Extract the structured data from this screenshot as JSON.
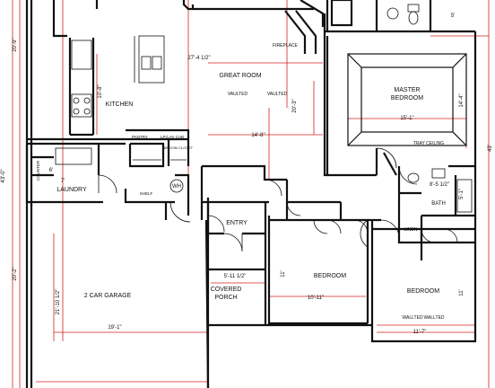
{
  "plan": {
    "rooms": {
      "great_room": "GREAT ROOM",
      "kitchen": "KITCHEN",
      "master_bedroom_line1": "MASTER",
      "master_bedroom_line2": "BEDROOM",
      "laundry": "LAUNDRY",
      "entry": "ENTRY",
      "bedroom_1": "BEDROOM",
      "bedroom_2": "BEDROOM",
      "garage": "2 CAR GARAGE",
      "covered_porch_line1": "COVERED",
      "covered_porch_line2": "PORCH",
      "bath": "BATH",
      "linen": "LINEN"
    },
    "notes": {
      "fireplace": "FIREPLACE",
      "vaulted_1": "VAULTED",
      "vaulted_2": "VAULTED",
      "tray_ceiling": "TRAY CEILING",
      "pantry": "PANTRY",
      "lp_lav_cab": "LP./LAV CAB",
      "broom_closet": "BROOM CLOSET",
      "wh": "WH",
      "counter": "COUNTER",
      "shelf": "SHELF",
      "walk_in_1": "WALLTED",
      "walk_in_2": "WALLTED"
    },
    "dimensions": {
      "left_top": "20'-9\"",
      "left_bottom": "20'-2\"",
      "left_small": "43'-0\"",
      "right": "43'",
      "great_room_width": "27'-4 1/2\"",
      "great_room_depth": "20'-3\"",
      "great_room_lower": "14'-8\"",
      "kitchen_depth": "10'-8\"",
      "master_width": "15'-1\"",
      "master_depth": "14'-4\"",
      "bath_width": "8'-5 1/2\"",
      "bath_small": "5'-1\"",
      "top_right": "5'",
      "laundry_depth": "6'",
      "laundry_width": "7'",
      "porch_width": "5'-11 1/2\"",
      "bedroom1_width": "10'-11\"",
      "bedroom1_depth": "11'",
      "bedroom2_width": "11'-7\"",
      "bedroom2_depth": "11'",
      "garage_depth": "21'-10 1/2\"",
      "garage_width": "19'-1\""
    }
  }
}
